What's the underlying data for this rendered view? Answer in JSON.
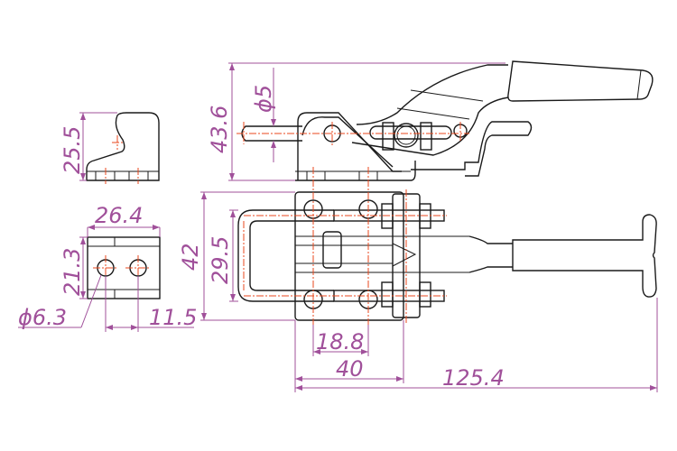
{
  "drawing": {
    "colors": {
      "outline": "#1a1a1a",
      "centerline": "#e8471c",
      "dimension": "#a0509a"
    },
    "dimensions": {
      "height_overall": "43.6",
      "pin_diameter": "ϕ5",
      "bracket_height": "25.5",
      "bracket_width": "26.4",
      "bracket_depth": "21.3",
      "bracket_hole_diameter": "ϕ6.3",
      "bracket_hole_spacing": "11.5",
      "base_width": "42",
      "ubolt_width": "29.5",
      "hole_spacing": "18.8",
      "base_length": "40",
      "overall_length": "125.4"
    }
  }
}
